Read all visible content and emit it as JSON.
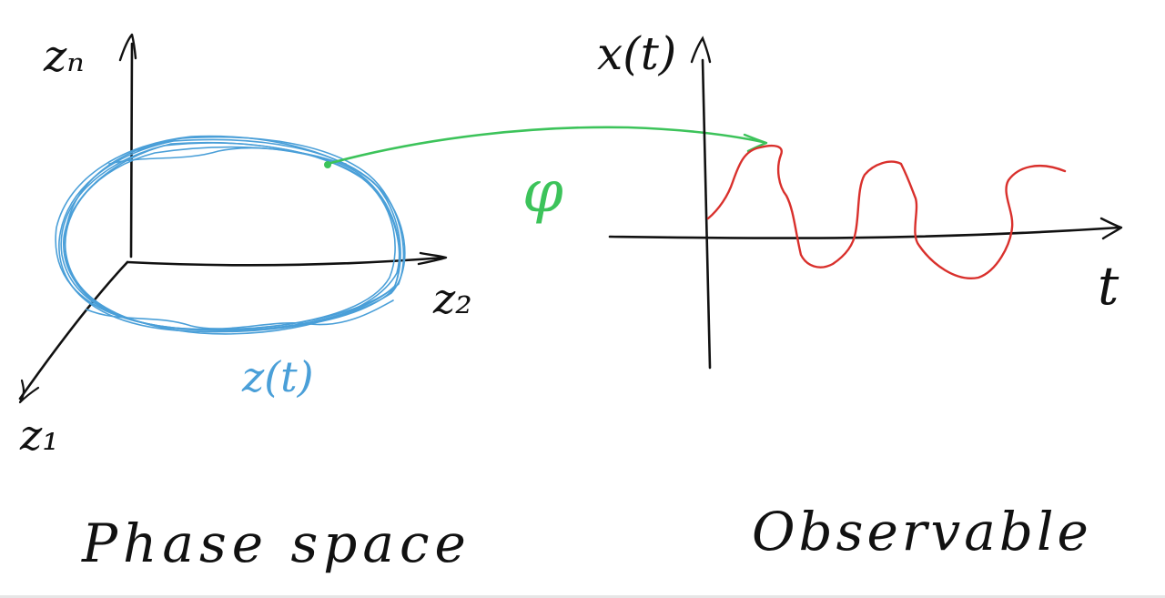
{
  "labels": {
    "z_n": "zₙ",
    "z_1": "z₁",
    "z_2": "z₂",
    "trajectory": "z(t)",
    "observable_axis": "x(t)",
    "time_axis": "t",
    "map": "φ",
    "phase_space_caption": "Phase space",
    "observable_caption": "Observable"
  },
  "colors": {
    "ink": "#111111",
    "trajectory": "#4a9fd8",
    "map": "#3cc35a",
    "signal": "#d9302c"
  }
}
